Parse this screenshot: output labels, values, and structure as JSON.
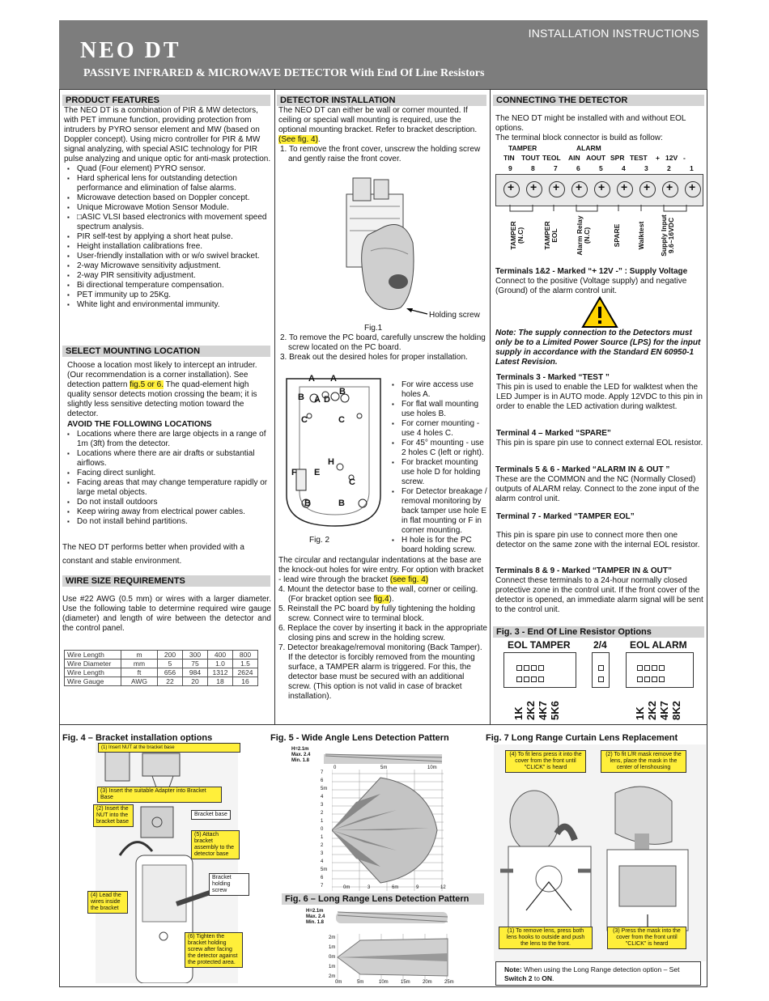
{
  "header": {
    "right_title": "INSTALLATION INSTRUCTIONS",
    "title": "NEO DT",
    "subtitle": "PASSIVE INFRARED & MICROWAVE DETECTOR With End Of Line Resistors"
  },
  "col1": {
    "features_head": "PRODUCT FEATURES",
    "features_intro": "The NEO DT is a combination of PIR & MW detectors, with PET immune function, providing protection from intruders by PYRO sensor element and MW (based on Doppler concept). Using micro controller for PIR & MW signal analyzing, with special ASIC technology for PIR pulse analyzing and unique optic for anti-mask protection.",
    "features": [
      "Quad (Four element) PYRO sensor.",
      "Hard spherical lens for outstanding detection performance and elimination of false alarms.",
      "Microwave detection based on Doppler concept.",
      "Unique Microwave Motion Sensor Module.",
      "□ASIC VLSI based electronics with movement speed spectrum analysis.",
      "PIR self-test by applying a short heat pulse.",
      "Height installation calibrations free.",
      "User-friendly installation with or w/o swivel bracket.",
      "2-way Microwave sensitivity adjustment.",
      "2-way PIR sensitivity adjustment.",
      "Bi directional temperature compensation.",
      "PET immunity up to 25Kg.",
      "White light and environmental immunity."
    ],
    "mount_head": "SELECT MOUNTING LOCATION",
    "mount_text_a": "Choose a location most likely to intercept an intruder. (Our recommendation is a corner installation). See detection pattern ",
    "mount_text_hl": "fig.5 or 6.",
    "mount_text_b": " The quad-element high quality sensor detects motion crossing the beam; it is slightly less sensitive detecting motion toward the detector.",
    "avoid_head": "AVOID THE FOLLOWING LOCATIONS",
    "avoid": [
      "Locations where there are large objects in a range of 1m (3ft) from the detector.",
      "Locations where there are air drafts or substantial airflows.",
      "Facing direct sunlight.",
      "Facing areas that may change temperature rapidly or large metal objects.",
      "Do not install outdoors",
      "Keep wiring away from electrical power cables.",
      "Do not install behind partitions."
    ],
    "performs": "The NEO DT performs better when provided with a constant and stable environment.",
    "wire_head": "WIRE SIZE REQUIREMENTS",
    "wire_text": "Use #22 AWG (0.5 mm) or wires with a larger diameter. Use the following table to determine required wire gauge (diameter) and length of wire between the detector and the control panel.",
    "wire_table": [
      [
        "Wire Length",
        "m",
        "200",
        "300",
        "400",
        "800"
      ],
      [
        "Wire Diameter",
        "mm",
        "5",
        "75",
        "1.0",
        "1.5"
      ],
      [
        "Wire Length",
        "ft",
        "656",
        "984",
        "1312",
        "2624"
      ],
      [
        "Wire Gauge",
        "AWG",
        "22",
        "20",
        "18",
        "16"
      ]
    ]
  },
  "col2": {
    "head": "DETECTOR INSTALLATION",
    "intro_a": "The NEO DT can either be wall or corner mounted. If ceiling or special wall mounting is required, use the optional mounting bracket. Refer to bracket description. ",
    "intro_hl": "(See fig. 4)",
    "intro_b": ".",
    "step1": "1. To remove the front cover, unscrew the holding screw and gently raise the front cover.",
    "holding_screw": "Holding screw",
    "fig1": "Fig.1",
    "step2": "2. To remove the PC board, carefully unscrew the holding screw located on the PC board.",
    "step3": "3. Break out the desired holes for proper installation.",
    "holes": [
      "For wire access use holes A.",
      "For flat wall mounting use holes B.",
      "For corner mounting - use 4 holes C.",
      "For 45° mounting - use 2 holes C (left or right).",
      "For bracket mounting use hole D for holding screw.",
      "For Detector breakage / removal monitoring by back tamper use hole E in flat mounting or F in corner mounting.",
      "H hole is for the PC board holding screw."
    ],
    "fig2": "Fig. 2",
    "hole_letters": [
      "A",
      "A",
      "B",
      "A",
      "D",
      "B",
      "C",
      "C",
      "H",
      "F",
      "E",
      "C",
      "B",
      "B"
    ],
    "knockout": "The circular and rectangular indentations at the base are the knock-out holes for wire entry. For option with bracket - lead wire through the bracket ",
    "knockout_hl": "(see fig. 4)",
    "step4a": "4. Mount the detector base to the wall, corner or ceiling. (For bracket option see ",
    "step4_hl": "fig.4",
    "step4b": ").",
    "step5": "5. Reinstall the PC board by fully tightening the holding screw. Connect wire to terminal block.",
    "step6": "6. Replace the cover by inserting it back in the appropriate closing pins and screw in the holding screw.",
    "step7": "7. Detector breakage/removal monitoring (Back Tamper). If the detector is forcibly removed from the mounting surface, a TAMPER alarm is triggered. For this, the detector base must be secured with an additional screw. (This option is not valid in case of bracket installation)."
  },
  "col3": {
    "head": "CONNECTING THE DETECTOR",
    "intro": "The NEO DT might be installed with and without EOL options.",
    "block": "The terminal block connector is build as follow:",
    "group_tamper": "TAMPER",
    "group_alarm": "ALARM",
    "terms": [
      "TIN",
      "TOUT",
      "TEOL",
      "AIN",
      "AOUT",
      "SPR",
      "TEST",
      "+",
      "12V",
      "-"
    ],
    "nums": [
      "9",
      "8",
      "7",
      "6",
      "5",
      "4",
      "3",
      "2",
      "1"
    ],
    "vert_labels": [
      "TAMPER (N.C)",
      "TAMPER EOL",
      "Alarm Relay (N.C)",
      "SPARE",
      "Walktest",
      "Supply Input 9.6~16VDC"
    ],
    "t12_head": "Terminals 1&2 - Marked “+ 12V -” : Supply Voltage",
    "t12": "Connect to the positive (Voltage supply) and negative (Ground) of the alarm control unit.",
    "note": "Note: The supply connection to the Detectors must only be to a Limited Power Source (LPS) for the input supply in accordance with the Standard EN 60950-1 Latest Revision.",
    "t3_head": "Terminals 3 - Marked “TEST ”",
    "t3": "This pin is used to enable the LED for walktest when the LED Jumper is in AUTO mode. Apply 12VDC to this pin in order to enable the LED activation during walktest.",
    "t4_head": "Terminal 4 – Marked “SPARE”",
    "t4": "This pin is spare pin use to connect external EOL resistor.",
    "t56_head": "Terminals 5 & 6 - Marked “ALARM IN & OUT ”",
    "t56": "These are the COMMON and the NC (Normally Closed) outputs of ALARM relay. Connect to the zone input of the alarm control unit.",
    "t7_head": "Terminal 7 - Marked “TAMPER EOL”",
    "t7": "This pin is spare pin use to connect more then one detector on the same zone with the internal EOL resistor.",
    "t89_head": "Terminals 8 & 9 - Marked “TAMPER IN & OUT”",
    "t89": "Connect these terminals to a 24-hour normally closed protective zone in the control unit. If the front cover of the detector is opened, an immediate alarm signal will be sent to the control unit.",
    "fig3": "Fig. 3 - End Of Line Resistor Options",
    "eol_tamper": "EOL TAMPER",
    "two_four": "2/4",
    "eol_alarm": "EOL ALARM",
    "res_left": [
      "1K",
      "2K2",
      "4K7",
      "5K6"
    ],
    "res_right": [
      "1K",
      "2K2",
      "4K7",
      "8K2"
    ]
  },
  "fig4": {
    "caption": "Fig. 4 – Bracket installation options",
    "l1": "(1) Insert NUT at the bracket base",
    "l3": "(3) Insert the suitable Adapter into Bracket Base",
    "l2": "(2) Insert the NUT into the bracket base",
    "bb": "Bracket base",
    "l5": "(5) Attach bracket assembly to the detector base",
    "bhs": "Bracket holding screw",
    "l4": "(4) Lead the wires inside the bracket",
    "l6": "(6) Tighten the bracket holding screw after facing the detector against the protected area."
  },
  "fig5": {
    "caption": "Fig. 5 - Wide Angle Lens Detection Pattern",
    "h": "H=2.1m",
    "max": "Max. 2.4",
    "min": "Min. 1.8",
    "top_ticks": [
      "0",
      "5m",
      "10m"
    ],
    "yticks": [
      "7",
      "6",
      "5m",
      "4",
      "3",
      "2",
      "1",
      "0",
      "1",
      "2",
      "3",
      "4",
      "5m",
      "6",
      "7"
    ],
    "xticks": [
      "0m",
      "3",
      "6m",
      "9",
      "12"
    ]
  },
  "fig6": {
    "caption": "Fig. 6 – Long Range Lens Detection Pattern",
    "h": "H=2.1m",
    "max": "Max. 2.4",
    "min": "Min. 1.8",
    "yticks": [
      "2m",
      "1m",
      "0m",
      "1m",
      "2m"
    ],
    "xticks": [
      "0m",
      "5m",
      "10m",
      "15m",
      "20m",
      "25m"
    ]
  },
  "fig7": {
    "caption": "Fig. 7 Long Range Curtain Lens Replacement",
    "s4": "(4) To fit lens press it into the cover from the front until \"CLICK\" is heard",
    "s2": "(2) To fit L/R mask remove the lens, place the mask in the center of lenshousing",
    "s1": "(1) To remove lens, press both lens hooks to outside and push the lens to the front.",
    "s3": "(3) Press the mask into the cover from the front until \"CLICK\" is heard",
    "note_a": "Note:",
    "note_b": " When using the Long Range detection option – Set ",
    "note_c": "Switch 2",
    "note_d": " to ",
    "note_e": "ON",
    "note_f": "."
  }
}
